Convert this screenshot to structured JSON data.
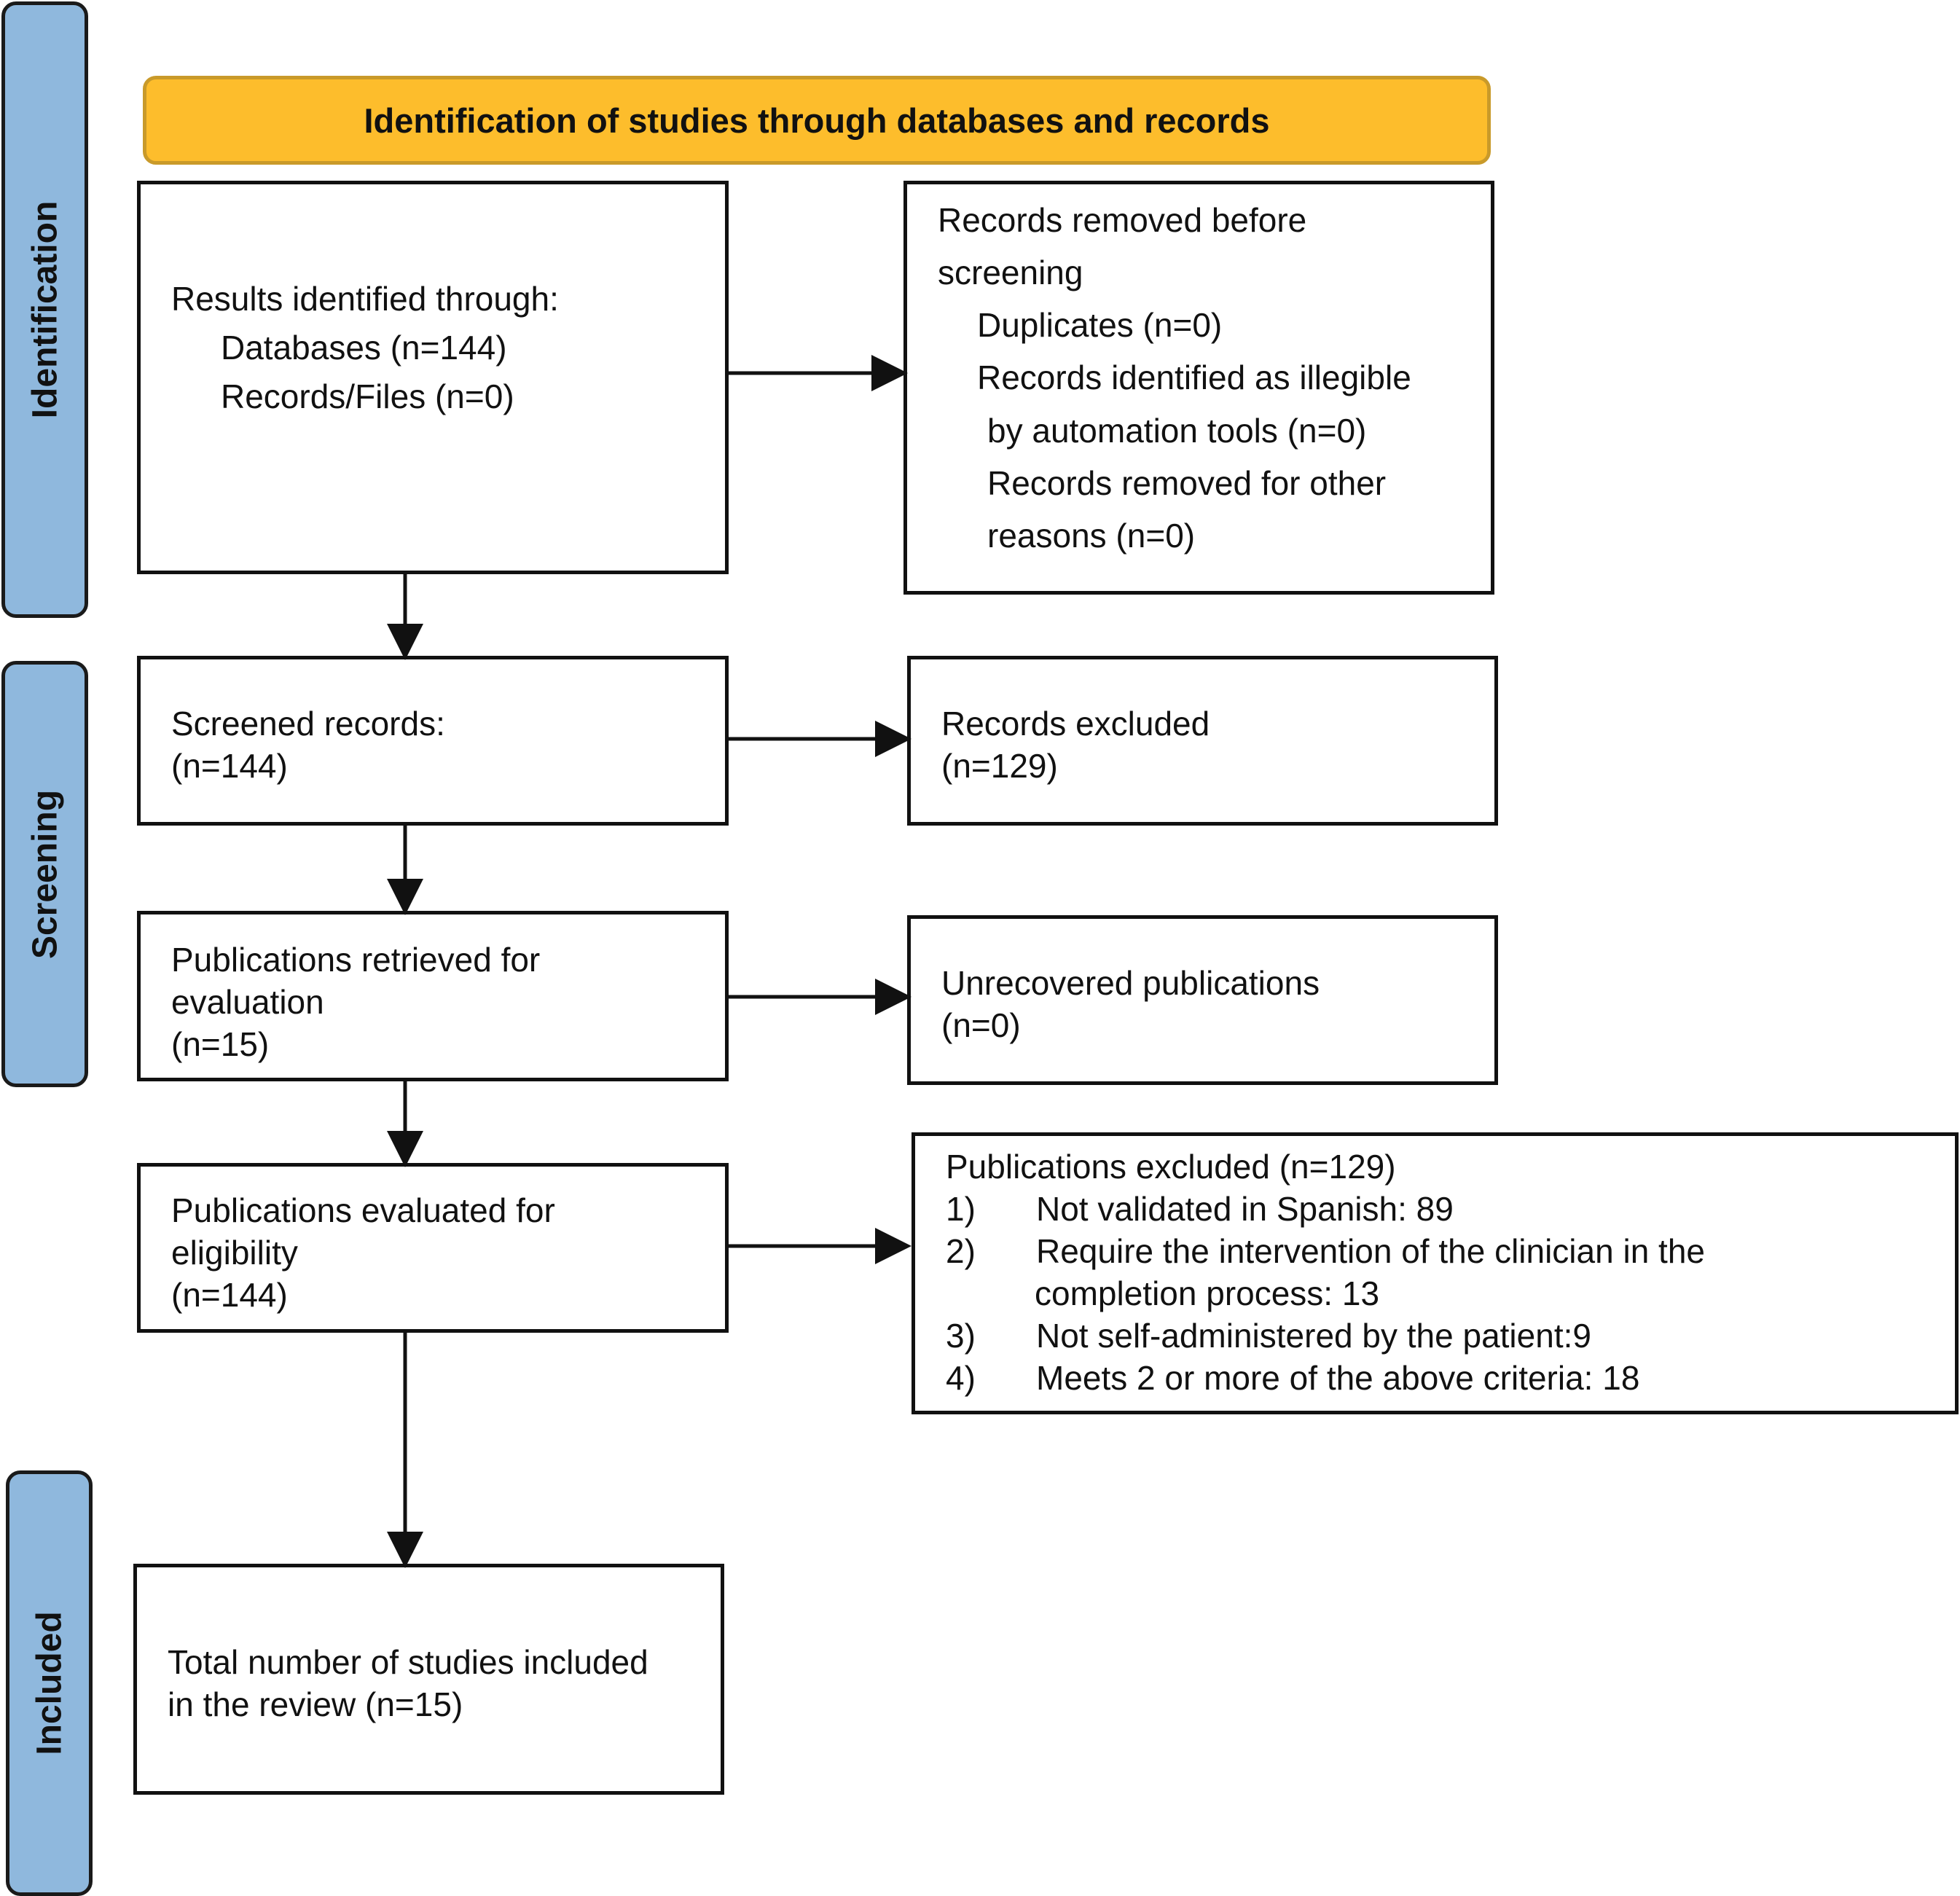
{
  "colors": {
    "stage_fill": "#8fb8dd",
    "header_fill": "#fdbd2c",
    "line": "#111111"
  },
  "stages": {
    "identification": "Identification",
    "screening": "Screening",
    "included": "Included"
  },
  "header": {
    "title": "Identification of studies through databases and records"
  },
  "boxes": {
    "results": {
      "line1": "Results identified through:",
      "line2": "Databases (n=144)",
      "line3": "Records/Files (n=0)"
    },
    "removed": {
      "line1": "Records removed before",
      "line2": "screening",
      "line3": "Duplicates (n=0)",
      "line4": "Records identified as illegible",
      "line5": "by automation tools (n=0)",
      "line6": "Records removed for other",
      "line7": "reasons (n=0)"
    },
    "screened": {
      "line1": "Screened records:",
      "line2": "(n=144)"
    },
    "excluded": {
      "line1": "Records excluded",
      "line2": "(n=129)"
    },
    "retrieved": {
      "line1": "Publications retrieved for",
      "line2": "evaluation",
      "line3": "(n=15)"
    },
    "unrecovered": {
      "line1": "Unrecovered publications",
      "line2": "(n=0)"
    },
    "eligibility": {
      "line1": "Publications evaluated for",
      "line2": "eligibility",
      "line3": "(n=144)"
    },
    "pub_excluded": {
      "title": "Publications excluded (n=129)",
      "items": [
        {
          "num": "1)",
          "text": "Not validated in Spanish: 89"
        },
        {
          "num": "2)",
          "text": "Require the intervention of the clinician in the"
        },
        {
          "num": "",
          "text": "completion process: 13"
        },
        {
          "num": "3)",
          "text": "Not self-administered by the patient:9"
        },
        {
          "num": "4)",
          "text": "Meets 2 or more of the above criteria: 18"
        }
      ]
    },
    "total": {
      "line1": "Total number of studies included",
      "line2": "in the review (n=15)"
    }
  }
}
